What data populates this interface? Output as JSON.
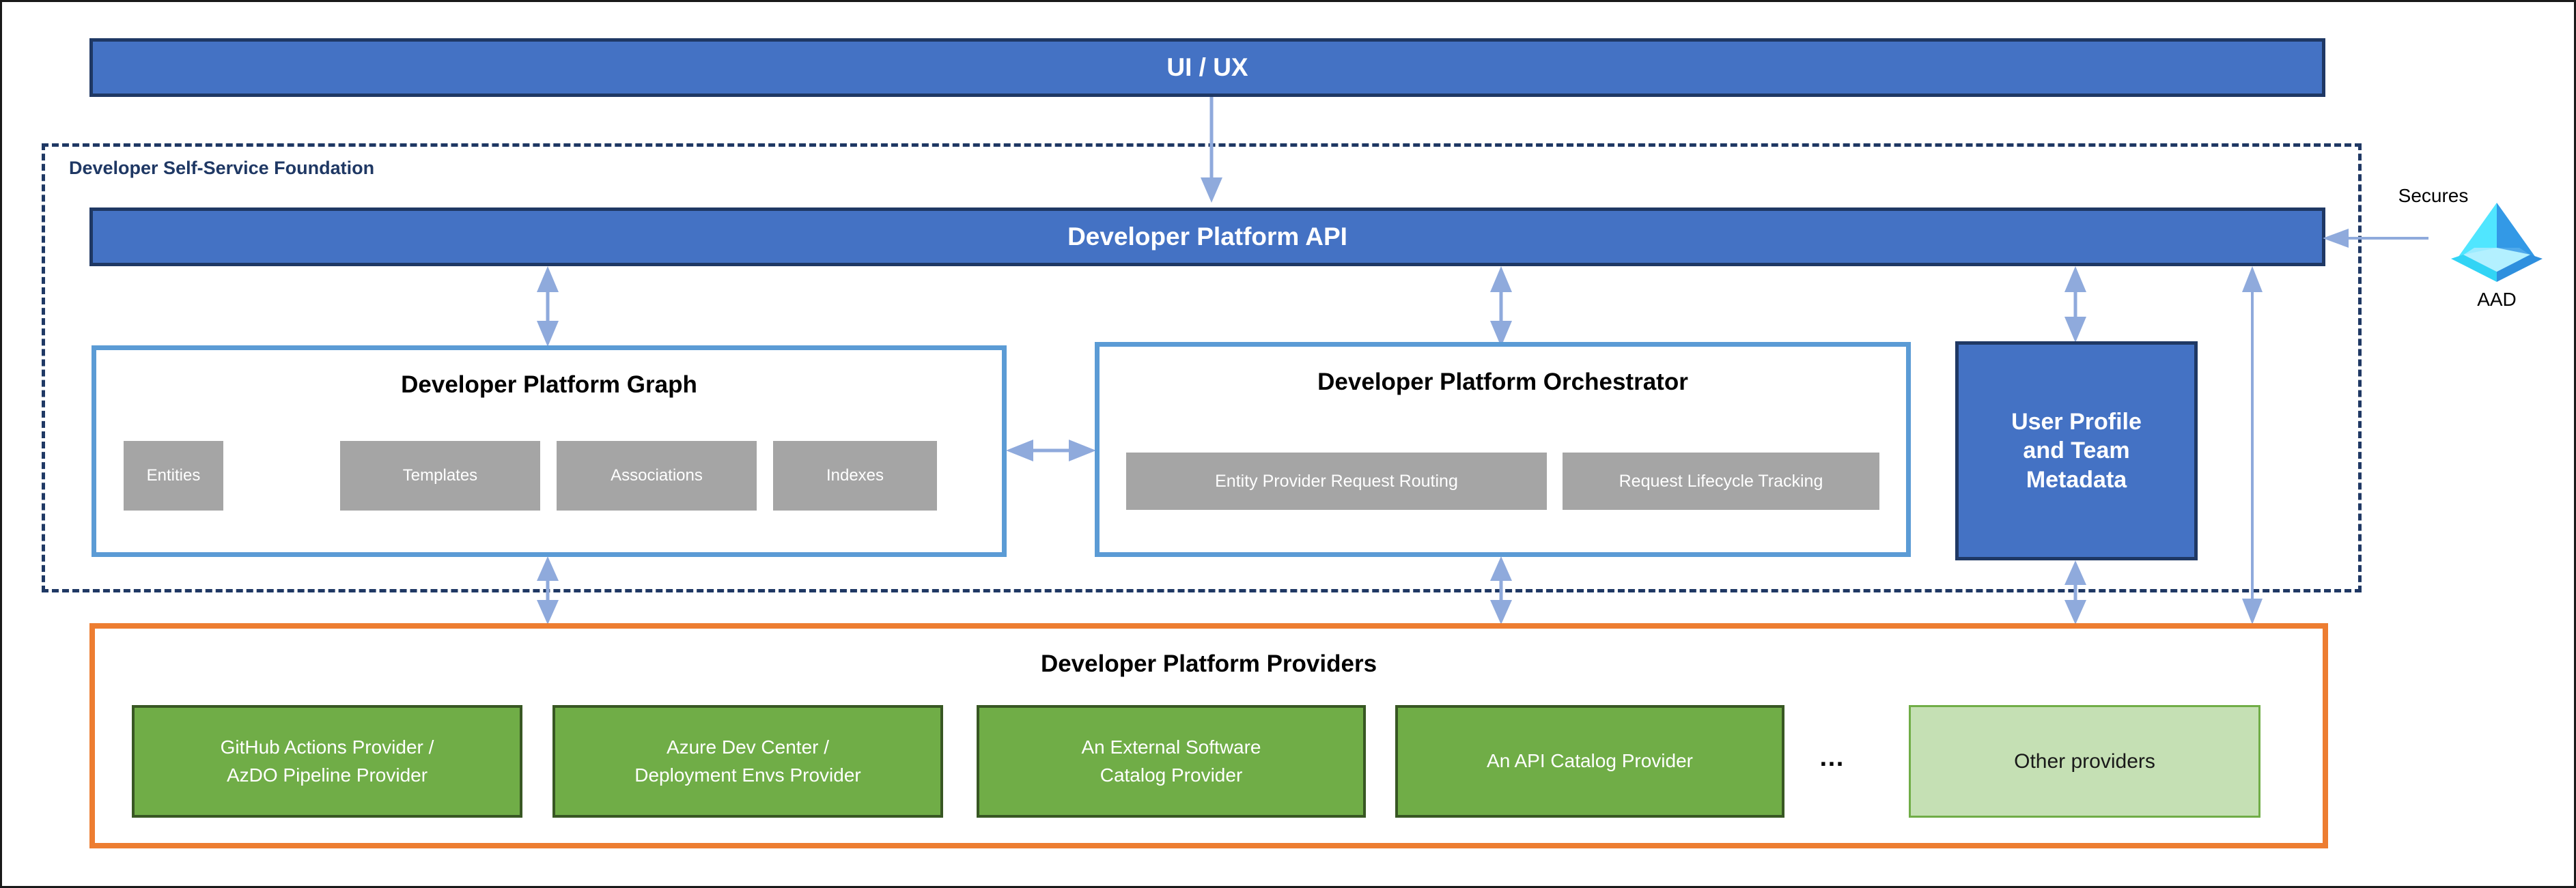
{
  "diagram": {
    "title_ui_ux": "UI / UX",
    "foundation_label": "Developer Self-Service Foundation",
    "api_label": "Developer Platform API",
    "graph": {
      "title": "Developer Platform Graph",
      "items": [
        {
          "label": "Entities"
        },
        {
          "label": "Templates"
        },
        {
          "label": "Associations"
        },
        {
          "label": "Indexes"
        }
      ]
    },
    "orchestrator": {
      "title": "Developer Platform Orchestrator",
      "items": [
        {
          "label": "Entity Provider Request Routing"
        },
        {
          "label": "Request Lifecycle Tracking"
        }
      ]
    },
    "user_profile": {
      "label": "User Profile and Team Metadata",
      "line1": "User Profile",
      "line2": "and Team",
      "line3": "Metadata"
    },
    "aad": {
      "relation_label": "Secures",
      "icon_label": "AAD"
    },
    "providers": {
      "title": "Developer Platform Providers",
      "ellipsis": "…",
      "items": [
        {
          "line1": "GitHub Actions Provider /",
          "line2": "AzDO Pipeline Provider"
        },
        {
          "line1": "Azure Dev Center /",
          "line2": "Deployment Envs Provider"
        },
        {
          "line1": "An External Software",
          "line2": "Catalog Provider"
        },
        {
          "line1": "An API Catalog Provider",
          "line2": ""
        },
        {
          "line1": "Other providers",
          "line2": ""
        }
      ]
    },
    "colors": {
      "brand_blue": "#4472C4",
      "dark_navy": "#1F3864",
      "light_blue": "#5B9BD5",
      "orange": "#ED7D31",
      "green": "#70AD47",
      "green_light": "#C5E0B4",
      "green_dark": "#385723",
      "grey": "#A5A5A5",
      "arrow_blue": "#8FAADC",
      "aad_cyan": "#50E6FF",
      "aad_blue": "#3399E6"
    }
  }
}
